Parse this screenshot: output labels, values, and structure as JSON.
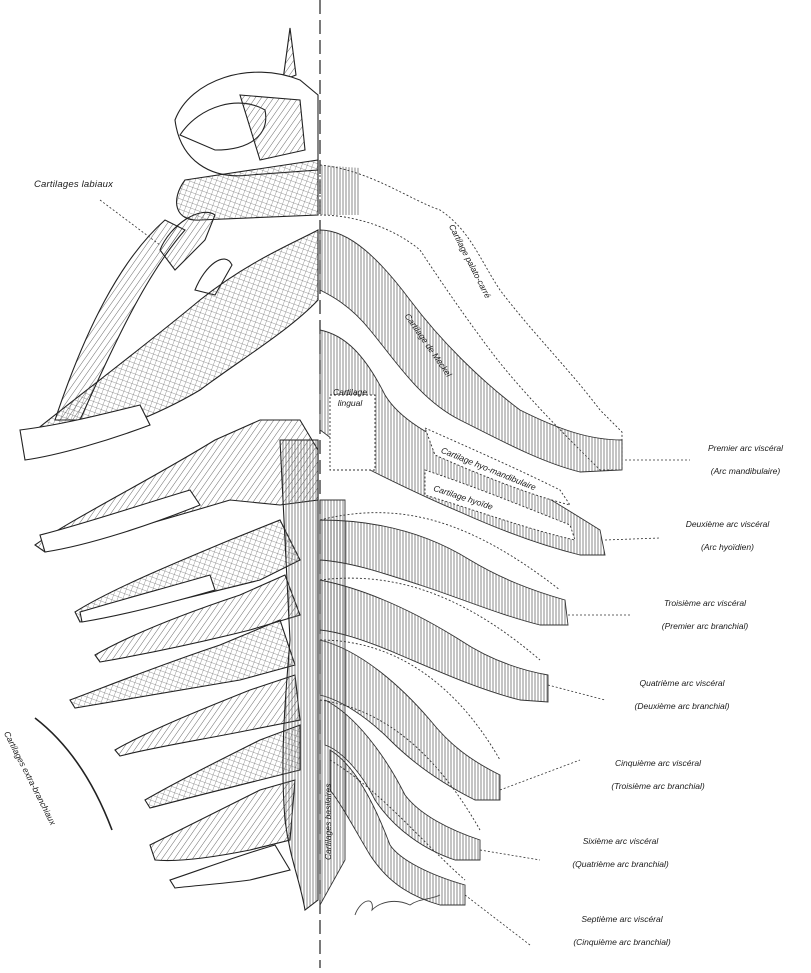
{
  "figure": {
    "annotations": {
      "labiaux": "Cartilages labiaux",
      "palato_carre": "Cartilage palato-carré",
      "meckel": "Cartilage de Meckel",
      "lingual_1": "Cartilage",
      "lingual_2": "lingual",
      "hyo_mandibulaire": "Cartilage hyo-mandibulaire",
      "hyoide": "Cartilage hyoïde",
      "basilaires": "Cartilages basilaires",
      "extra_branchiaux": "Cartilages extra-branchiaux"
    },
    "arcs": [
      {
        "name": "Premier arc viscéral",
        "sub": "(Arc mandibulaire)"
      },
      {
        "name": "Deuxième arc viscéral",
        "sub": "(Arc hyoïdien)"
      },
      {
        "name": "Troisième arc viscéral",
        "sub": "(Premier arc branchial)"
      },
      {
        "name": "Quatrième arc viscéral",
        "sub": "(Deuxième arc branchial)"
      },
      {
        "name": "Cinquième arc viscéral",
        "sub": "(Troisième arc branchial)"
      },
      {
        "name": "Sixième arc viscéral",
        "sub": "(Quatrième arc branchial)"
      },
      {
        "name": "Septième arc viscéral",
        "sub": "(Cinquième arc branchial)"
      }
    ]
  }
}
